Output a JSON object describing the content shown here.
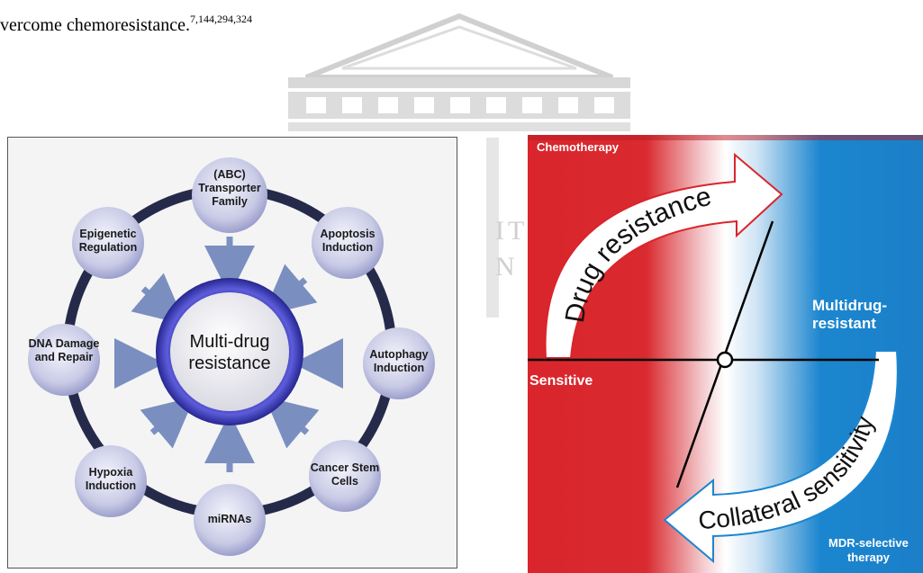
{
  "caption": {
    "text": "vercome chemoresistance.",
    "citations": "7,144,294,324"
  },
  "left_figure": {
    "center": "Multi-drug resistance",
    "nodes": [
      "(ABC) Transporter Family",
      "Apoptosis Induction",
      "Autophagy Induction",
      "Cancer Stem Cells",
      "miRNAs",
      "Hypoxia Induction",
      "DNA Damage and Repair",
      "Epigenetic Regulation"
    ]
  },
  "right_figure": {
    "chemotherapy": "Chemotherapy",
    "drug_resistance": "Drug resistance",
    "multidrug_resistant": "Multidrug-\nresistant",
    "sensitive": "Sensitive",
    "collateral_sensitivity": "Collateral sensitivity",
    "mdr_selective": "MDR-selective\ntherapy",
    "colors": {
      "red": "#d9252b",
      "blue": "#1b86cf"
    }
  },
  "watermark_text": [
    "ITY",
    "N C"
  ]
}
